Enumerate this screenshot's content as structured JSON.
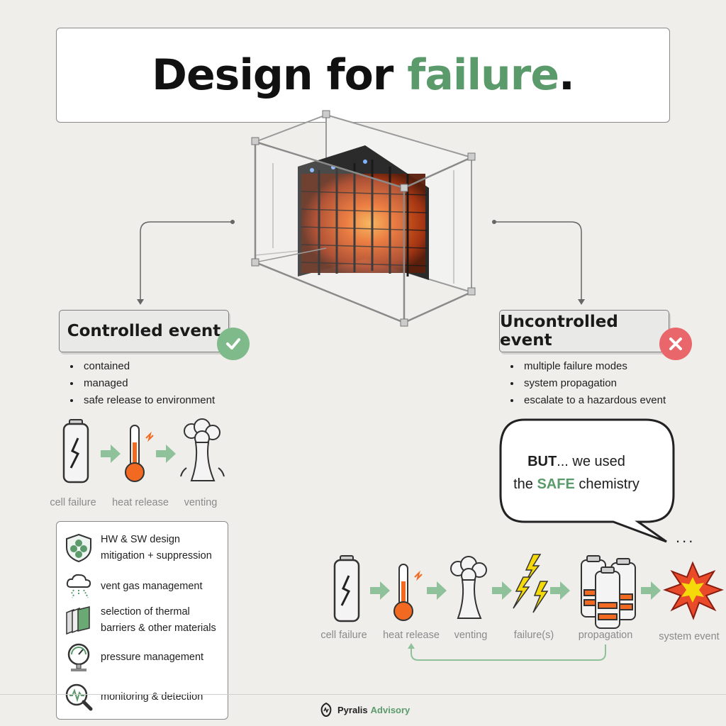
{
  "title": {
    "main": "Design for ",
    "accent": "failure",
    "end": "."
  },
  "controlled": {
    "label": "Controlled event",
    "bullets": [
      "contained",
      "managed",
      "safe release to environment"
    ],
    "steps": [
      "cell failure",
      "heat release",
      "venting"
    ]
  },
  "uncontrolled": {
    "label": "Uncontrolled event",
    "bullets": [
      "multiple failure modes",
      "system propagation",
      "escalate to a hazardous event"
    ],
    "steps": [
      "cell failure",
      "heat release",
      "venting",
      "failure(s)",
      "propagation",
      "system event"
    ]
  },
  "mitigations": [
    {
      "line1": "HW & SW design",
      "line2": "mitigation + suppression",
      "icon": "shield-hexagon-icon"
    },
    {
      "line1": "vent gas management",
      "line2": "",
      "icon": "cloud-gas-icon"
    },
    {
      "line1": "selection of thermal",
      "line2": "barriers & other materials",
      "icon": "barrier-panels-icon"
    },
    {
      "line1": "pressure management",
      "line2": "",
      "icon": "pressure-gauge-icon"
    },
    {
      "line1": "monitoring & detection",
      "line2": "",
      "icon": "magnifier-monitor-icon"
    }
  ],
  "speech": {
    "but": "BUT",
    "rest1": "... we used",
    "the": "the ",
    "safe": "SAFE",
    "rest2": " chemistry",
    "ellipsis": "..."
  },
  "brand": {
    "name": "Pyralis",
    "suffix": "Advisory"
  },
  "colors": {
    "accent": "#5a9a6b",
    "check": "#7fba8a",
    "cross": "#e9666a",
    "arrow": "#8fc29a",
    "thermo": "#f26a22"
  }
}
